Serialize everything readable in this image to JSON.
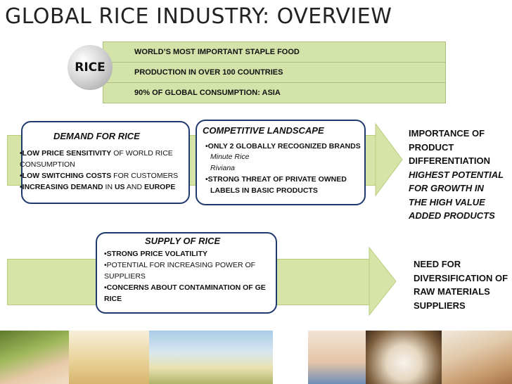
{
  "title": "GLOBAL RICE INDUSTRY: OVERVIEW",
  "rice_badge": "RICE",
  "rice_facts": [
    "WORLD’S MOST IMPORTANT STAPLE FOOD",
    "PRODUCTION IN OVER 100 COUNTRIES",
    "90% OF GLOBAL CONSUMPTION: ASIA"
  ],
  "demand": {
    "heading": "DEMAND FOR RICE",
    "line1_bold": "•LOW PRICE SENSITIVITY",
    "line1_rest": " OF WORLD RICE",
    "line2": " CONSUMPTION",
    "line3_bold": "•LOW SWITCHING COSTS",
    "line3_rest": " FOR CUSTOMERS",
    "line4_bold_a": "•INCREASING DEMAND",
    "line4_mid_a": " IN ",
    "line4_bold_b": "US",
    "line4_mid_b": " AND ",
    "line4_bold_c": "EUROPE"
  },
  "competitive": {
    "heading": "COMPETITIVE LANDSCAPE",
    "line1": "•ONLY 2 GLOBALLY RECOGNIZED BRANDS",
    "brand1": "Minute Rice",
    "brand2": "Riviana",
    "line2": "•STRONG THREAT OF PRIVATE OWNED",
    "line3": "LABELS IN BASIC PRODUCTS"
  },
  "importance": {
    "line1": "IMPORTANCE OF",
    "line2": "PRODUCT",
    "line3": "DIFFERENTIATION",
    "line4": "HIGHEST POTENTIAL",
    "line5": "FOR GROWTH IN",
    "line6": "THE HIGH VALUE",
    "line7": "ADDED PRODUCTS"
  },
  "supply": {
    "heading": "SUPPLY OF RICE",
    "line1": "•STRONG PRICE VOLATILITY",
    "line2": "•POTENTIAL FOR INCREASING POWER OF",
    "line3": "SUPPLIERS",
    "line4": "•CONCERNS ABOUT CONTAMINATION OF GE",
    "line5": "RICE"
  },
  "diversification": {
    "line1": "NEED FOR",
    "line2": "DIVERSIFICATION OF",
    "line3": "RAW MATERIALS",
    "line4": "SUPPLIERS"
  },
  "colors": {
    "header_fill": "#d3e3a9",
    "arrow_fill": "#d6e4a8",
    "box_border": "#1f3a6e"
  }
}
